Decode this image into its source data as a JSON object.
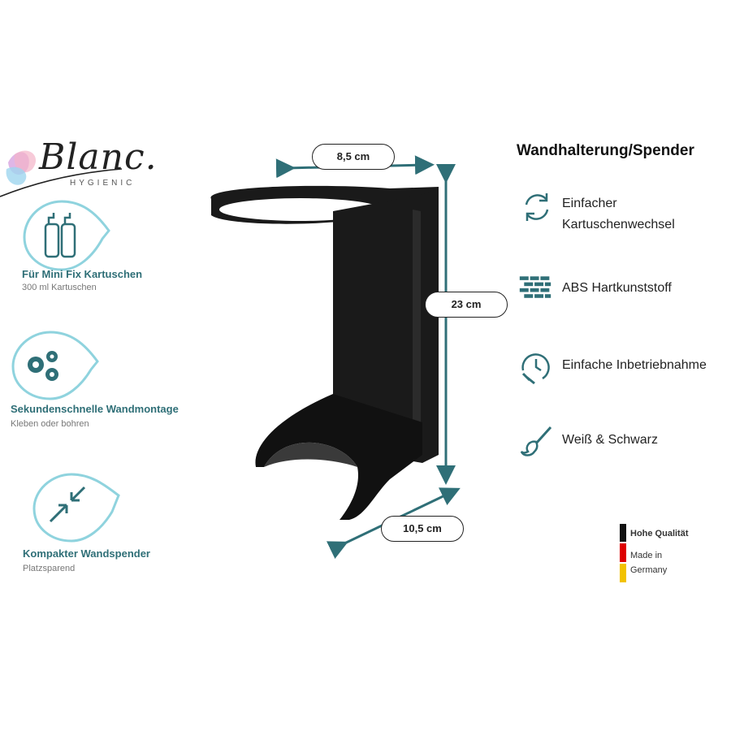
{
  "brand": {
    "name": "Blanc.",
    "sub": "HYGIENIC"
  },
  "left_features": [
    {
      "icon": "bottles-icon",
      "title": "Für Mini Fix Kartuschen",
      "subtitle": "300 ml Kartuschen"
    },
    {
      "icon": "gears-icon",
      "title": "Sekundenschnelle Wandmontage",
      "subtitle": "Kleben oder bohren"
    },
    {
      "icon": "compress-arrows-icon",
      "title": "Kompakter Wandspender",
      "subtitle": "Platzsparend"
    }
  ],
  "dimensions": {
    "width": "8,5 cm",
    "height": "23 cm",
    "depth": "10,5 cm"
  },
  "right_title": "Wandhalterung/Spender",
  "right_features": [
    {
      "icon": "refresh-icon",
      "text": "Einfacher Kartuschenwechsel"
    },
    {
      "icon": "bricks-icon",
      "text": "ABS Hartkunststoff"
    },
    {
      "icon": "clock-screwdriver-icon",
      "text": "Einfache Inbetriebnahme"
    },
    {
      "icon": "paintbrush-icon",
      "text": "Weiß & Schwarz"
    }
  ],
  "quality": {
    "line1": "Hohe Qualität",
    "line2": "Made in",
    "line3": "Germany"
  },
  "colors": {
    "accent": "#2f6f77",
    "drop_outline": "#8fd3de",
    "product": "#1a1a1a"
  }
}
